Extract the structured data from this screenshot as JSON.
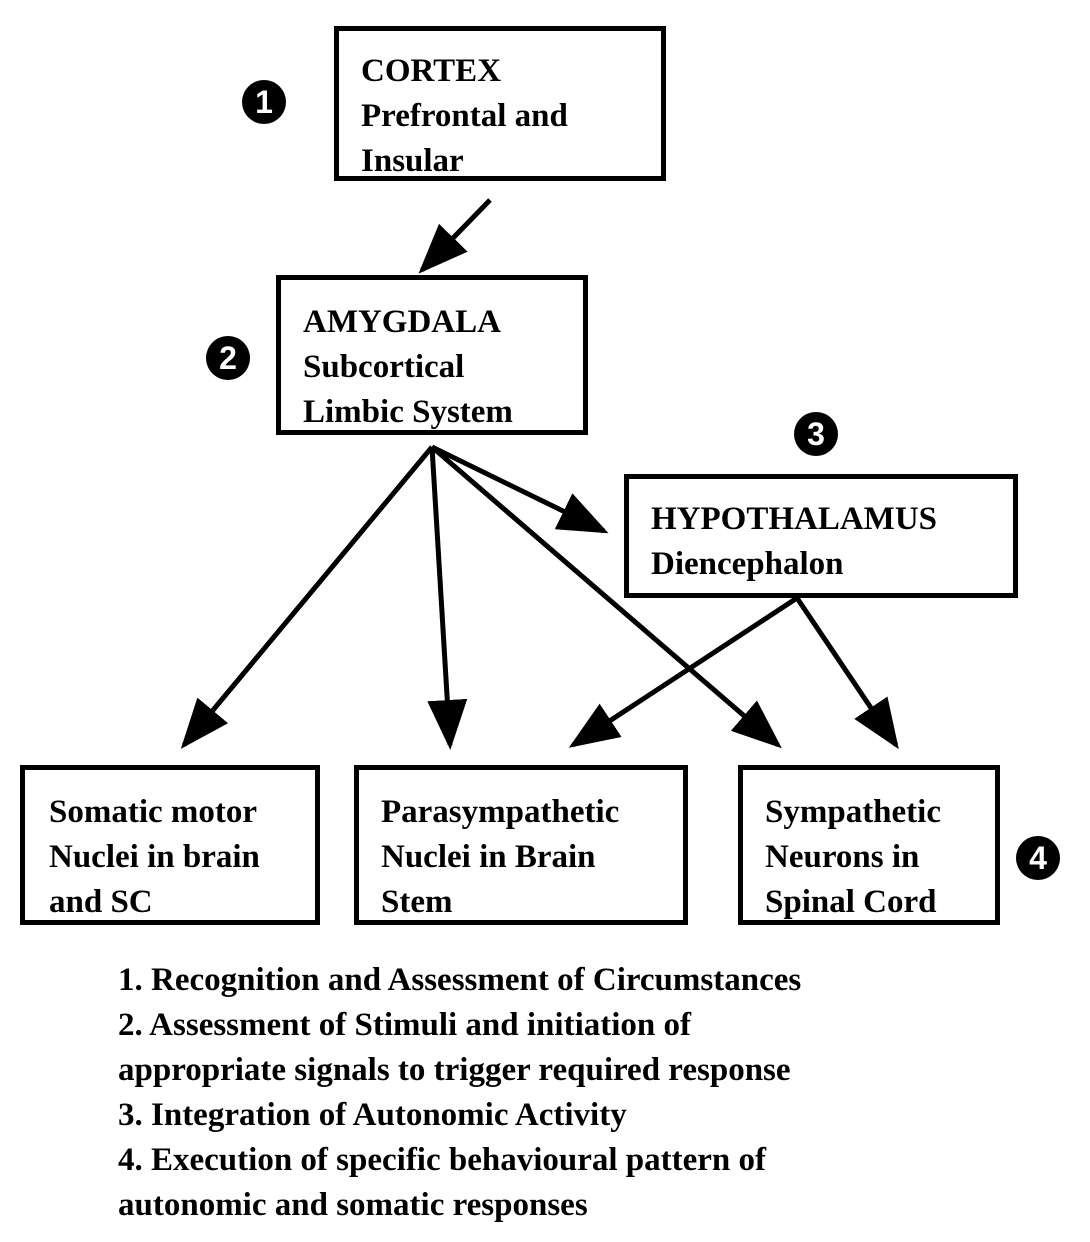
{
  "nodes": {
    "cortex": {
      "title": "CORTEX",
      "lines": [
        "Prefrontal and",
        "Insular"
      ]
    },
    "amygdala": {
      "title": "AMYGDALA",
      "lines": [
        "Subcortical",
        "Limbic System"
      ]
    },
    "hypothalamus": {
      "title": "HYPOTHALAMUS",
      "lines": [
        "Diencephalon"
      ]
    },
    "somatic": {
      "lines": [
        "Somatic motor",
        "Nuclei in brain",
        "and SC"
      ]
    },
    "parasympathetic": {
      "lines": [
        "Parasympathetic",
        "Nuclei in Brain",
        "Stem"
      ]
    },
    "sympathetic": {
      "lines": [
        "Sympathetic",
        "Neurons in",
        "Spinal Cord"
      ]
    }
  },
  "badges": [
    "1",
    "2",
    "3",
    "4"
  ],
  "legend": [
    "1. Recognition and Assessment of Circumstances",
    "2. Assessment of Stimuli and initiation of",
    "appropriate signals to trigger required response",
    "3. Integration of Autonomic Activity",
    "4.  Execution of specific behavioural pattern of",
    "autonomic and somatic responses"
  ]
}
